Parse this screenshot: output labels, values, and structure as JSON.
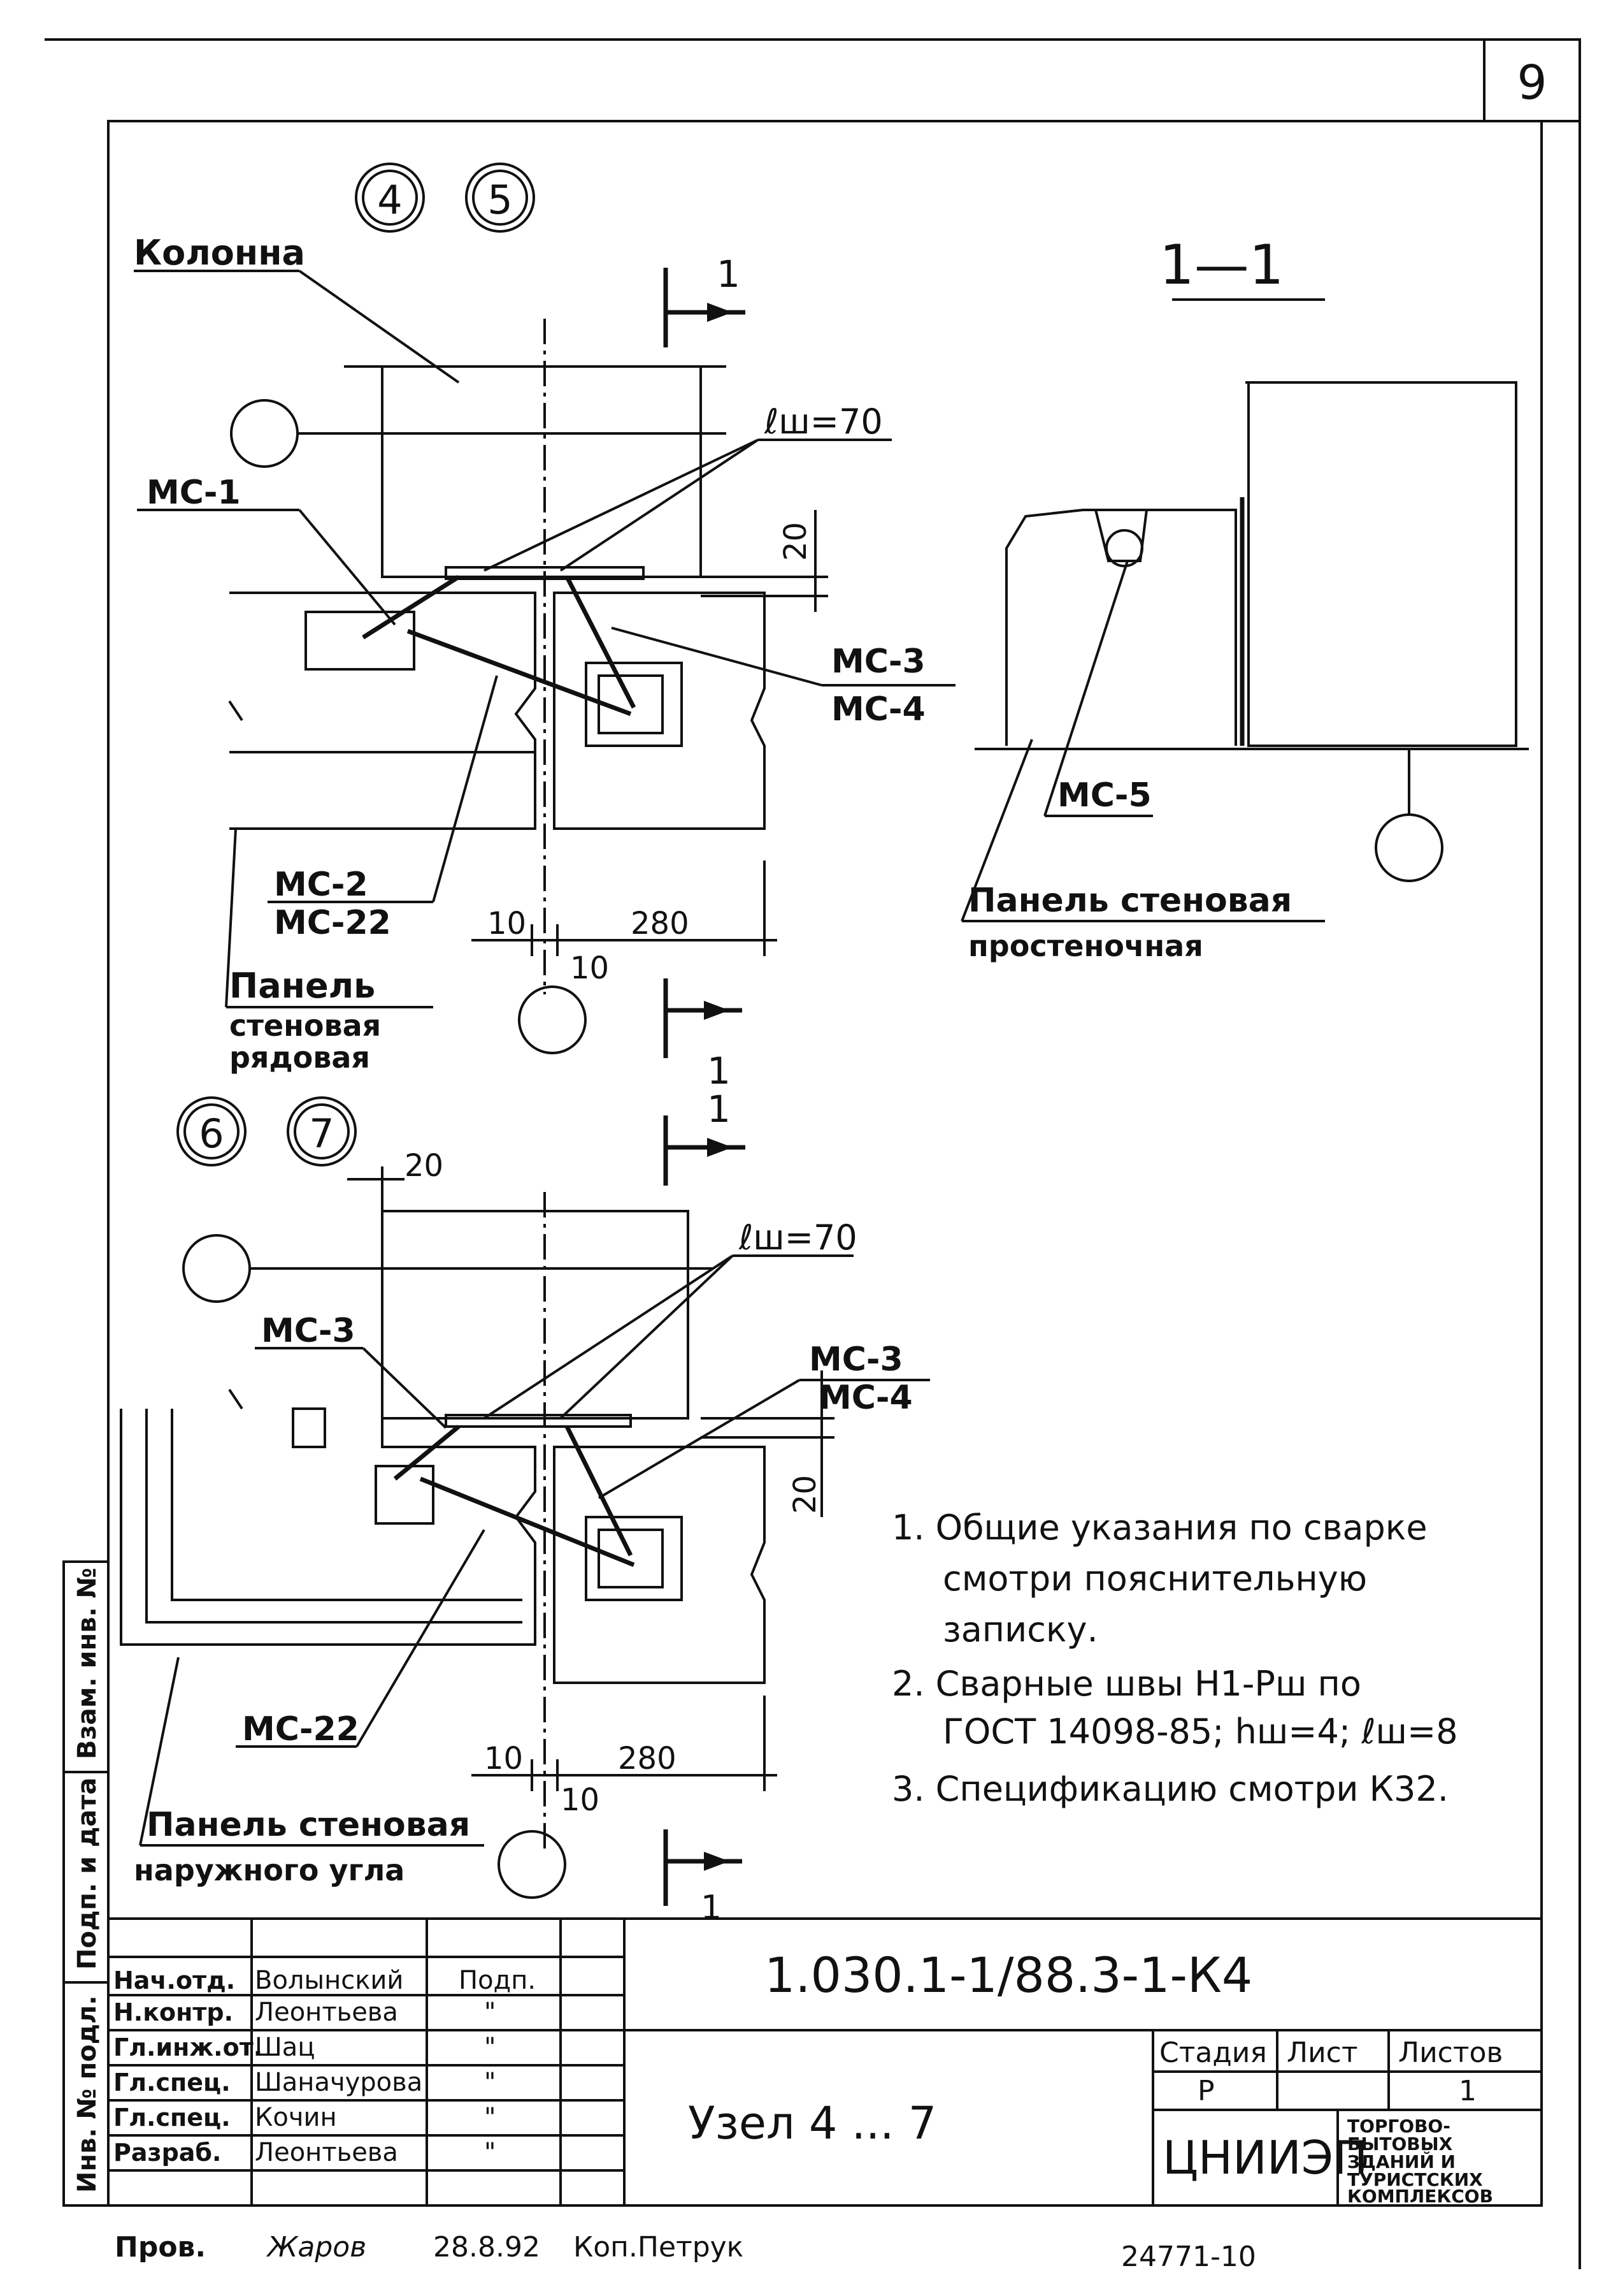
{
  "sheet_number": "9",
  "section_title": "1—1",
  "node_markers": {
    "top": [
      "4",
      "5"
    ],
    "bottom": [
      "6",
      "7"
    ]
  },
  "section_cut_label": "1",
  "labels": {
    "column": "Колонна",
    "ms1": "МС-1",
    "ms2": "МС-2",
    "ms22": "МС-22",
    "ms3": "МС-3",
    "ms4": "МС-4",
    "ms5": "МС-5",
    "weld_length": "ℓш=70",
    "panel_row_line1": "Панель",
    "panel_row_line2": "стеновая",
    "panel_row_line3": "рядовая",
    "panel_pier_line1": "Панель стеновая",
    "panel_pier_line2": "простеночная",
    "panel_corner_line1": "Панель стеновая",
    "panel_corner_line2": "наружного угла"
  },
  "dimensions": {
    "d20": "20",
    "d10": "10",
    "d280": "280"
  },
  "notes": [
    "1. Общие указания по сварке",
    "смотри пояснительную",
    "записку.",
    "2. Сварные швы Н1-Рш по",
    "ГОСТ 14098-85; hш=4; ℓш=8",
    "3. Спецификацию смотри К32."
  ],
  "side_stamp": [
    "Инв. № подл.",
    "Подп. и дата",
    "Взам. инв. №"
  ],
  "title_block": {
    "document_code": "1.030.1-1/88.3-1-К4",
    "title": "Узел 4 ... 7",
    "sign_header": "Подп.",
    "staff": [
      {
        "role": "Нач.отд.",
        "name": "Волынский",
        "sign": ""
      },
      {
        "role": "Н.контр.",
        "name": "Леонтьева",
        "sign": "\""
      },
      {
        "role": "Гл.инж.от.",
        "name": "Шац",
        "sign": "\""
      },
      {
        "role": "Гл.спец.",
        "name": "Шаначурова",
        "sign": "\""
      },
      {
        "role": "Гл.спец.",
        "name": "Кочин",
        "sign": "\""
      },
      {
        "role": "Разраб.",
        "name": "Леонтьева",
        "sign": "\""
      }
    ],
    "stage_header": "Стадия",
    "sheet_header": "Лист",
    "sheets_header": "Листов",
    "stage": "Р",
    "sheet": "",
    "sheets": "1",
    "org": "ЦНИИЭП",
    "org_sub": [
      "ТОРГОВО-",
      "БЫТОВЫХ",
      "ЗДАНИЙ И",
      "ТУРИСТСКИХ",
      "КОМПЛЕКСОВ"
    ],
    "check_label": "Пров.",
    "check_name": "Жаров",
    "check_date": "28.8.92",
    "copy_label": "Коп.Петрук",
    "inventory": "24771-10"
  }
}
